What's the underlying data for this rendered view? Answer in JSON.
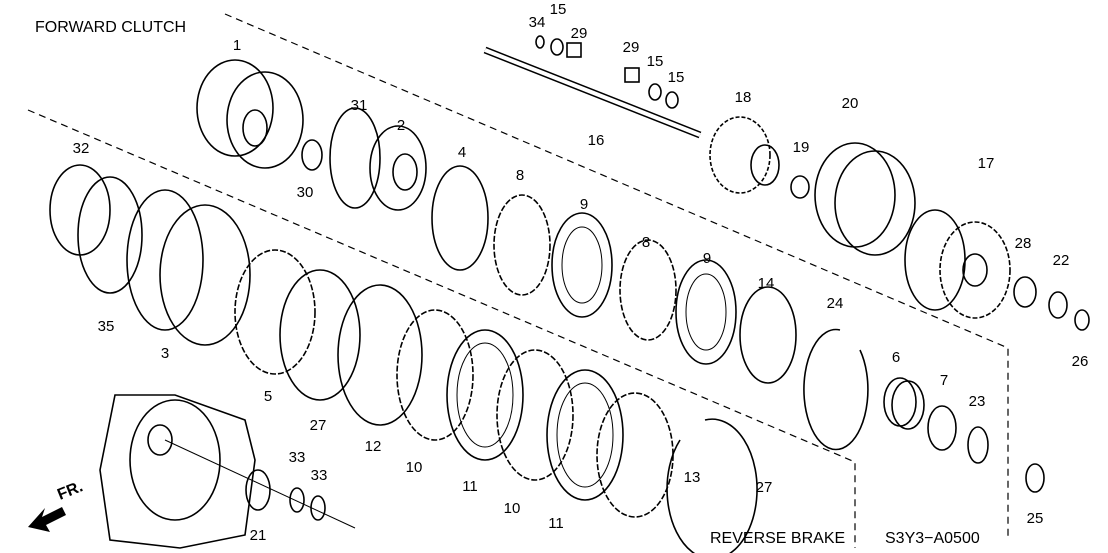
{
  "titles": {
    "forward_clutch": "FORWARD CLUTCH",
    "reverse_brake": "REVERSE BRAKE",
    "diagram_code": "S3Y3−A0500",
    "front_arrow": "FR."
  },
  "callouts": [
    "34",
    "15",
    "29",
    "29",
    "15",
    "15",
    "16",
    "18",
    "20",
    "19",
    "17",
    "22",
    "28",
    "26",
    "1",
    "31",
    "2",
    "30",
    "4",
    "8",
    "9",
    "8",
    "9",
    "14",
    "24",
    "6",
    "7",
    "23",
    "25",
    "32",
    "35",
    "3",
    "5",
    "27",
    "12",
    "10",
    "11",
    "10",
    "11",
    "13",
    "27",
    "21",
    "33",
    "33"
  ]
}
